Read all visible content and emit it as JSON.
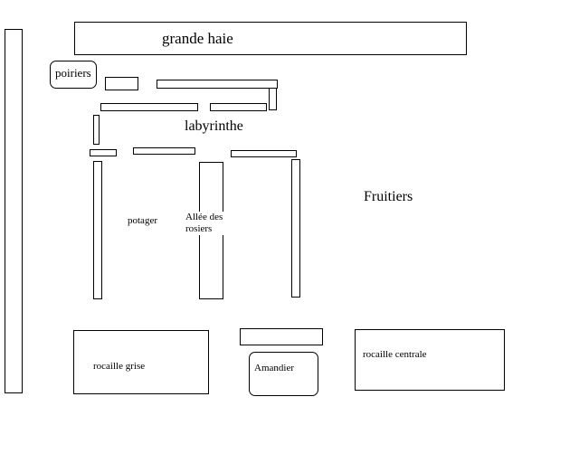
{
  "garden_plan": {
    "labels": {
      "grande_haie": "grande haie",
      "poiriers": "poiriers",
      "labyrinthe": "labyrinthe",
      "potager": "potager",
      "allee_des_rosiers": "Allée des rosiers",
      "fruitiers": "Fruitiers",
      "rocaille_grise": "rocaille grise",
      "amandier": "Amandier",
      "rocaille_centrale": "rocaille centrale"
    }
  }
}
